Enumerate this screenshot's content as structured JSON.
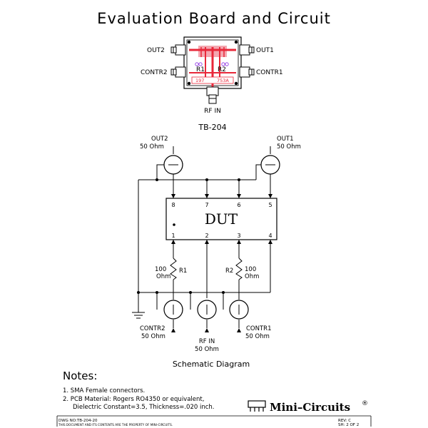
{
  "title": "Evaluation Board and Circuit",
  "board": {
    "model": "TB-204",
    "ports": {
      "out2": "OUT2",
      "out1": "OUT1",
      "contr2": "CONTR2",
      "contr1": "CONTR1",
      "rf_in": "RF IN"
    },
    "components": {
      "r1": "R1",
      "r2": "R2",
      "label_left": "197",
      "label_right": "753A"
    }
  },
  "schematic": {
    "caption": "Schematic Diagram",
    "dut_label": "DUT",
    "pins_top": [
      "8",
      "7",
      "6",
      "5"
    ],
    "pins_bottom": [
      "1",
      "2",
      "3",
      "4"
    ],
    "connectors": {
      "out2": {
        "name": "OUT2",
        "impedance": "50 Ohm"
      },
      "out1": {
        "name": "OUT1",
        "impedance": "50 Ohm"
      },
      "contr2": {
        "name": "CONTR2",
        "impedance": "50 Ohm"
      },
      "rf_in": {
        "name": "RF IN",
        "impedance": "50 Ohm"
      },
      "contr1": {
        "name": "CONTR1",
        "impedance": "50 Ohm"
      }
    },
    "resistors": {
      "r1": {
        "name": "R1",
        "value": "100",
        "unit": "Ohm"
      },
      "r2": {
        "name": "R2",
        "value": "100",
        "unit": "Ohm"
      }
    }
  },
  "notes": {
    "heading": "Notes:",
    "items": [
      "1. SMA Female connectors.",
      "2. PCB Material: Rogers RO4350 or equivalent,",
      "Dielectric Constant=3.5, Thickness=.020 inch."
    ]
  },
  "brand": {
    "name": "Mini–Circuits",
    "mark": "®"
  },
  "footer": {
    "dwg_no": "DWG NO:TB-204-20",
    "property": "THIS DOCUMENT AND ITS CONTENTS ARE THE PROPERTY OF MINI-CIRCUITS.",
    "rev": "REV: C",
    "sheet": "SH: 2 OF 2"
  },
  "colors": {
    "trace": "#e8283a",
    "marking": "#8a2be2",
    "line": "#000000"
  }
}
